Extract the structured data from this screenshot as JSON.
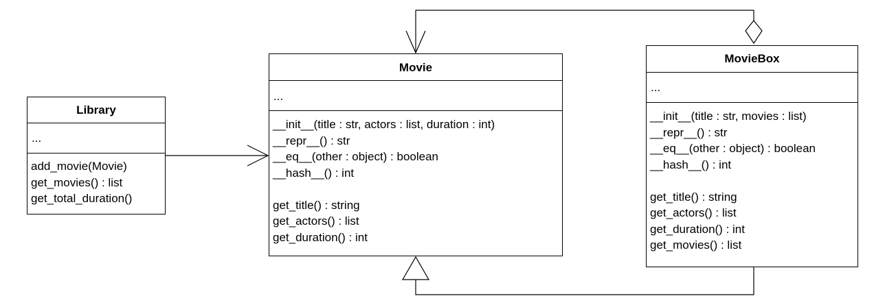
{
  "classes": {
    "library": {
      "name": "Library",
      "attributes": "...",
      "operations": [
        "add_movie(Movie)",
        "get_movies() : list",
        "get_total_duration()"
      ]
    },
    "movie": {
      "name": "Movie",
      "attributes": "...",
      "operations": [
        "__init__(title : str, actors : list, duration : int)",
        "__repr__() : str",
        "__eq__(other : object) : boolean",
        "__hash__() : int",
        "",
        "get_title() : string",
        "get_actors() : list",
        "get_duration() : int"
      ]
    },
    "moviebox": {
      "name": "MovieBox",
      "attributes": "...",
      "operations": [
        "__init__(title : str, movies : list)",
        "__repr__() : str",
        "__eq__(other : object) : boolean",
        "__hash__() : int",
        "",
        "get_title() : string",
        "get_actors() : list",
        "get_duration() : int",
        "get_movies() : list"
      ]
    }
  },
  "relationships": [
    {
      "from": "Library",
      "to": "Movie",
      "kind": "association"
    },
    {
      "from": "MovieBox",
      "to": "Movie",
      "kind": "aggregation"
    },
    {
      "from": "MovieBox",
      "to": "Movie",
      "kind": "generalization"
    }
  ],
  "colors": {
    "line": "#000000",
    "fill": "#ffffff"
  }
}
